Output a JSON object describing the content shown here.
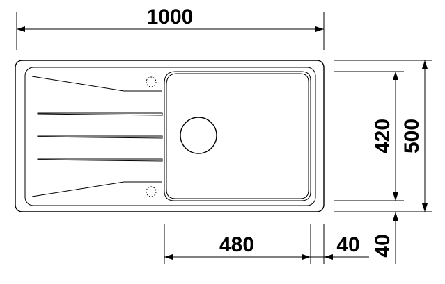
{
  "drawing": {
    "title": "Kitchen sink dimension drawing",
    "dimensions": {
      "overall_width": "1000",
      "overall_depth": "500",
      "bowl_depth": "420",
      "bowl_width": "480",
      "rim_right": "40",
      "rim_bottom": "40"
    }
  }
}
